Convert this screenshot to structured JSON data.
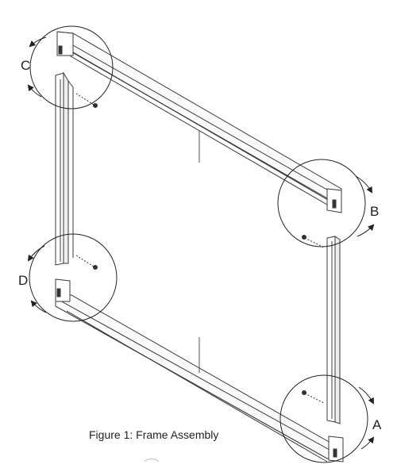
{
  "caption": "Figure 1: Frame Assembly",
  "callouts": {
    "a": "A",
    "b": "B",
    "c": "C",
    "d": "D"
  },
  "colors": {
    "line": "#3a3a3a",
    "ink": "#222222",
    "background": "#ffffff"
  }
}
